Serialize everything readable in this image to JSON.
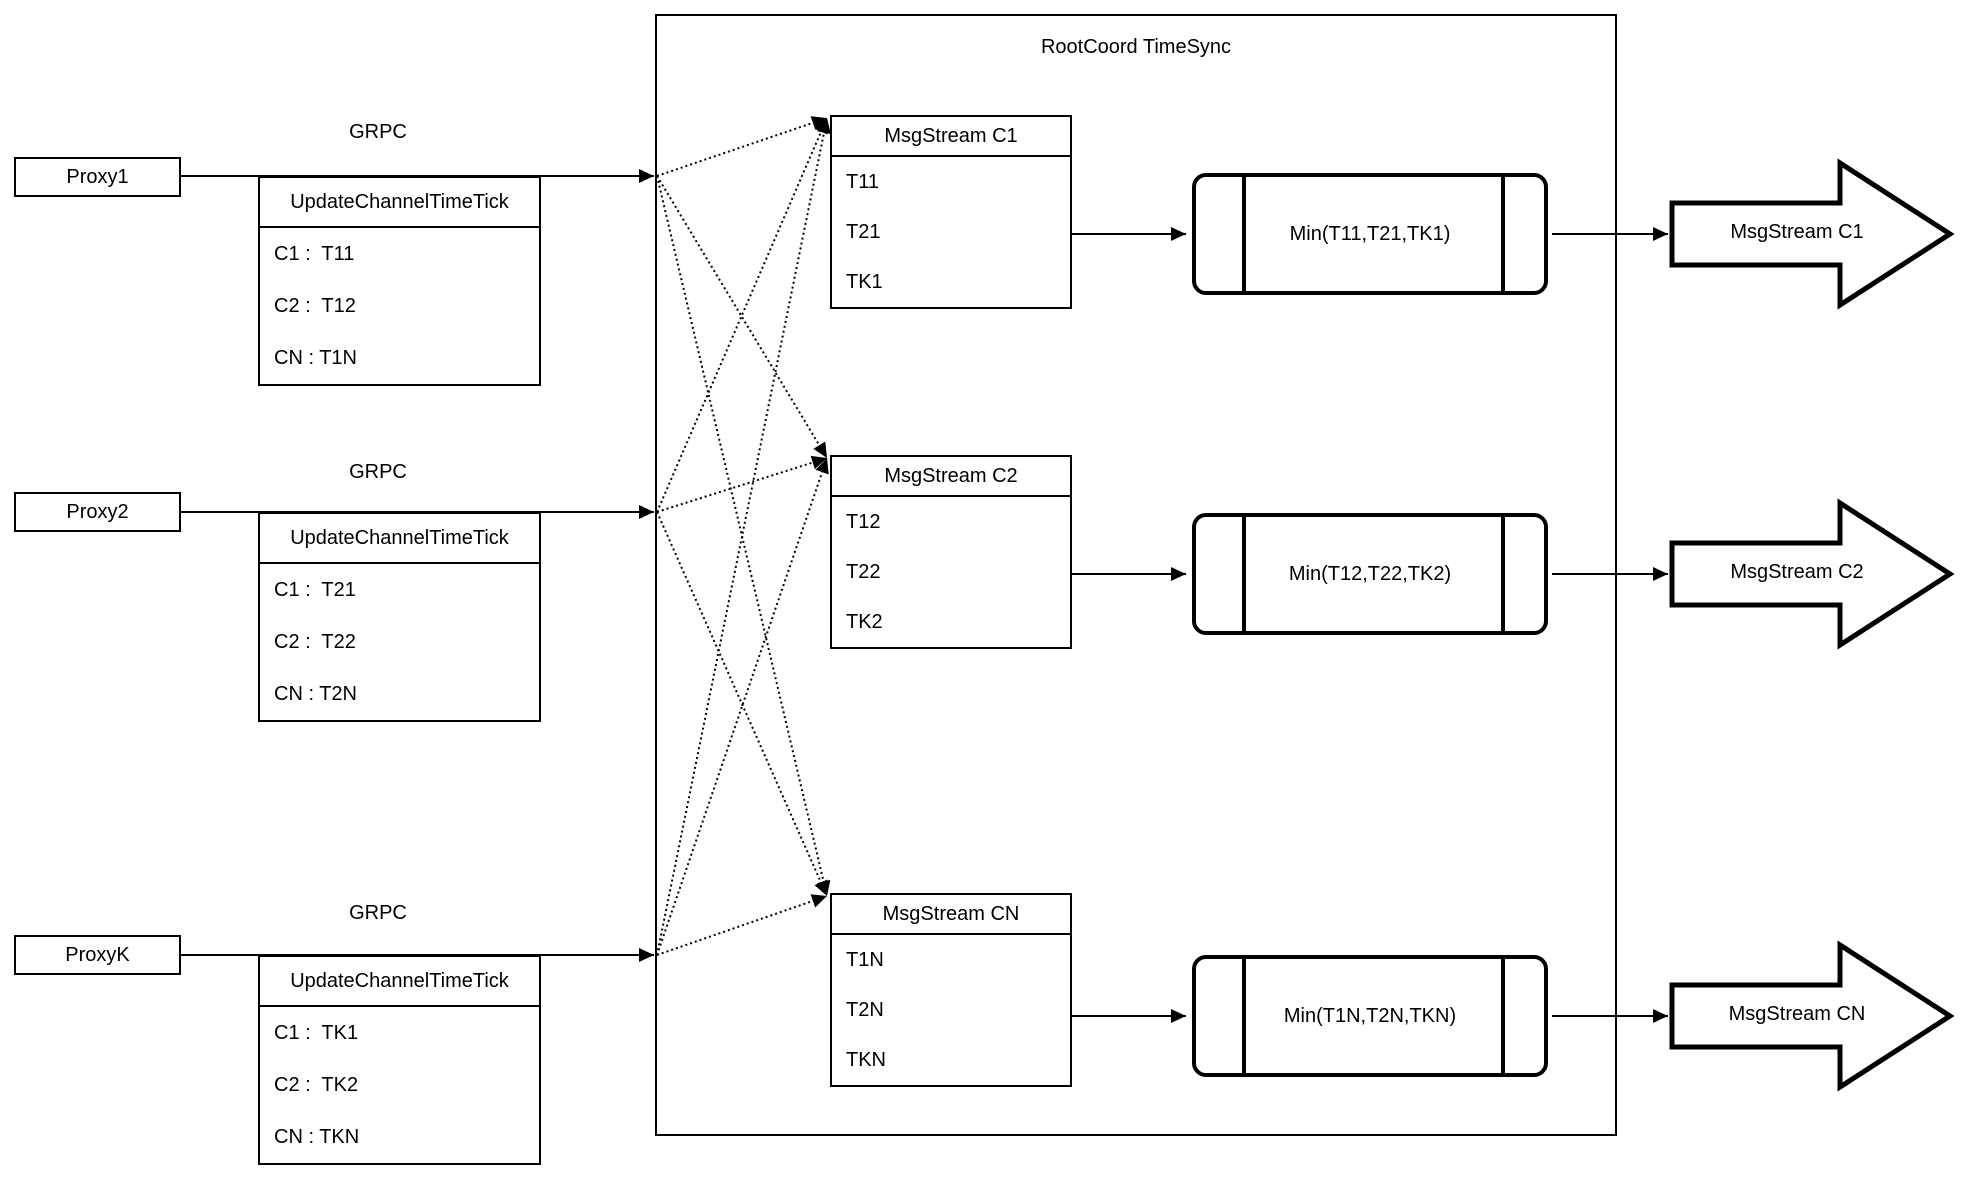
{
  "diagram": {
    "container_title": "RootCoord TimeSync",
    "colors": {
      "ink": "#000000",
      "background": "#ffffff"
    },
    "rows": [
      {
        "proxy_label": "Proxy1",
        "grpc_label": "GRPC",
        "update_table": {
          "header": "UpdateChannelTimeTick",
          "entries": [
            "C1 :  T11",
            "C2 :  T12",
            "CN : T1N"
          ]
        },
        "msgstream_table": {
          "header": "MsgStream C1",
          "entries": [
            "T11",
            "T21",
            "TK1"
          ]
        },
        "min_label": "Min(T11,T21,TK1)",
        "output_arrow_label": "MsgStream C1"
      },
      {
        "proxy_label": "Proxy2",
        "grpc_label": "GRPC",
        "update_table": {
          "header": "UpdateChannelTimeTick",
          "entries": [
            "C1 :  T21",
            "C2 :  T22",
            "CN : T2N"
          ]
        },
        "msgstream_table": {
          "header": "MsgStream C2",
          "entries": [
            "T12",
            "T22",
            "TK2"
          ]
        },
        "min_label": "Min(T12,T22,TK2)",
        "output_arrow_label": "MsgStream C2"
      },
      {
        "proxy_label": "ProxyK",
        "grpc_label": "GRPC",
        "update_table": {
          "header": "UpdateChannelTimeTick",
          "entries": [
            "C1 :  TK1",
            "C2 :  TK2",
            "CN : TKN"
          ]
        },
        "msgstream_table": {
          "header": "MsgStream CN",
          "entries": [
            "T1N",
            "T2N",
            "TKN"
          ]
        },
        "min_label": "Min(T1N,T2N,TKN)",
        "output_arrow_label": "MsgStream CN"
      }
    ]
  }
}
